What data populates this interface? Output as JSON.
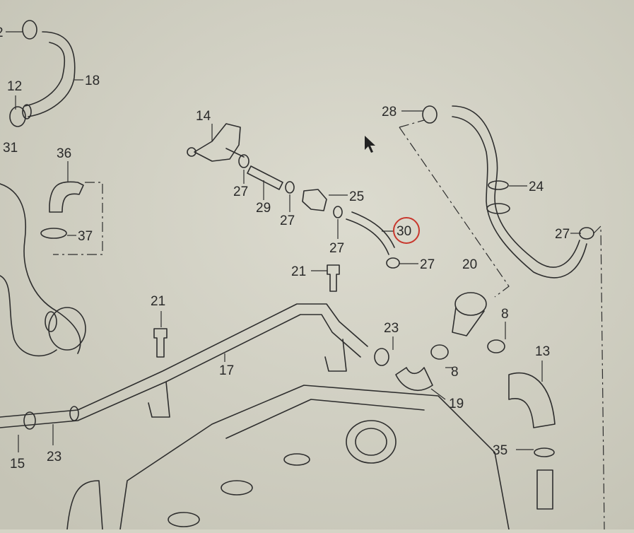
{
  "diagram": {
    "highlight_color": "#c8372d",
    "highlighted_part": "30",
    "labels": [
      "2",
      "12",
      "18",
      "31",
      "36",
      "37",
      "14",
      "27",
      "29",
      "27",
      "25",
      "27",
      "30",
      "27",
      "28",
      "24",
      "27",
      "20",
      "21",
      "21",
      "8",
      "23",
      "8",
      "13",
      "17",
      "19",
      "15",
      "23",
      "35"
    ]
  },
  "cursor": {
    "icon": "mouse-pointer-icon"
  }
}
